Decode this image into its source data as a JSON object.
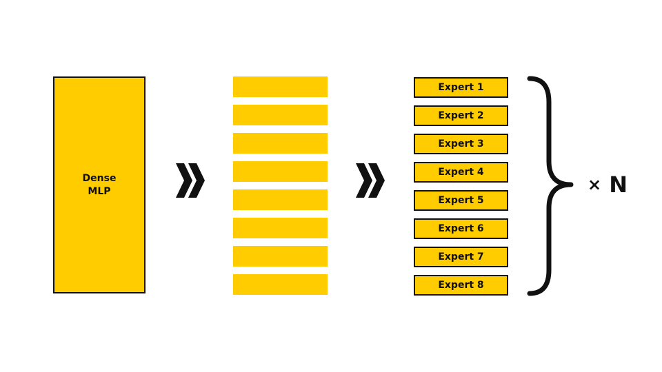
{
  "dense": {
    "label_line1": "Dense",
    "label_line2": "MLP"
  },
  "experts": [
    "Expert 1",
    "Expert 2",
    "Expert 3",
    "Expert 4",
    "Expert 5",
    "Expert 6",
    "Expert 7",
    "Expert 8"
  ],
  "multiplier": {
    "symbol": "×",
    "label": "N"
  },
  "colors": {
    "block_fill": "#ffcc00",
    "outline": "#111111"
  },
  "icons": [
    "chevron-double-right-icon",
    "curly-brace-right-icon"
  ]
}
